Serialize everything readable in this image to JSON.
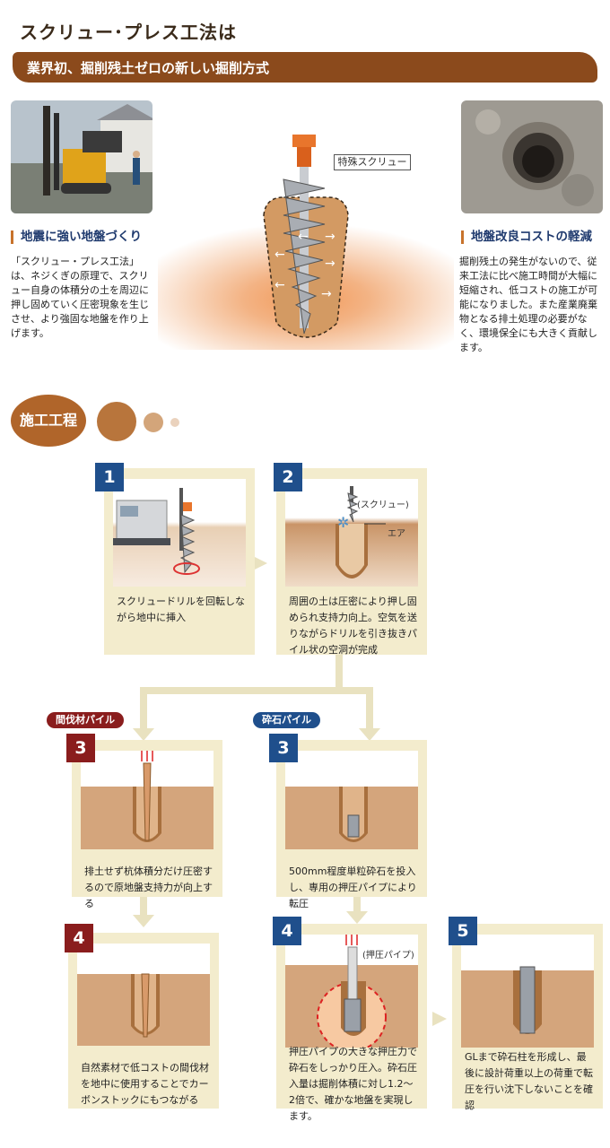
{
  "header": {
    "title": "スクリュー･プレス工法は",
    "subtitle": "業界初、掘削残土ゼロの新しい掘削方式"
  },
  "diagram": {
    "screw_label": "特殊スクリュー"
  },
  "left": {
    "heading": "地震に強い地盤づくり",
    "text": "「スクリュー・プレス工法」は、ネジくぎの原理で、スクリュー自身の体積分の土を周辺に押し固めていく圧密現象を生じさせ、より強固な地盤を作り上げます。"
  },
  "right": {
    "heading": "地盤改良コストの軽減",
    "text": "掘削残土の発生がないので、従来工法に比べ施工時間が大幅に短縮され、低コストの施工が可能になりました。また産業廃棄物となる排土処理の必要がなく、環境保全にも大きく貢献します。"
  },
  "process": {
    "title": "施工工程",
    "step1": {
      "num": "1",
      "text": "スクリュードリルを回転しながら地中に挿入"
    },
    "step2": {
      "num": "2",
      "text": "周囲の土は圧密により押し固められ支持力向上。空気を送りながらドリルを引き抜きパイル状の空洞が完成",
      "label_screw": "(スクリュー)",
      "label_air": "エア"
    },
    "tag_wood": "間伐材パイル",
    "tag_stone": "砕石パイル",
    "wood3": {
      "num": "3",
      "text": "排土せず杭体積分だけ圧密するので原地盤支持力が向上する"
    },
    "wood4": {
      "num": "4",
      "text": "自然素材で低コストの間伐材を地中に使用することでカーボンストックにもつながる"
    },
    "stone3": {
      "num": "3",
      "text": "500mm程度単粒砕石を投入し、専用の押圧パイプにより転圧"
    },
    "stone4": {
      "num": "4",
      "text": "押圧パイプの大きな押圧力で砕石をしっかり圧入。砕石圧入量は掘削体積に対し1.2〜2倍で、確かな地盤を実現します。",
      "label_pipe": "(押圧パイプ)"
    },
    "stone5": {
      "num": "5",
      "text": "GLまで砕石柱を形成し、最後に設計荷重以上の荷重で転圧を行い沈下しないことを確認"
    }
  },
  "colors": {
    "brown": "#8b4a1c",
    "navy": "#1f4f8c",
    "maroon": "#8a1d1d",
    "box": "#f3eccd",
    "soil": "#c9a27a"
  }
}
